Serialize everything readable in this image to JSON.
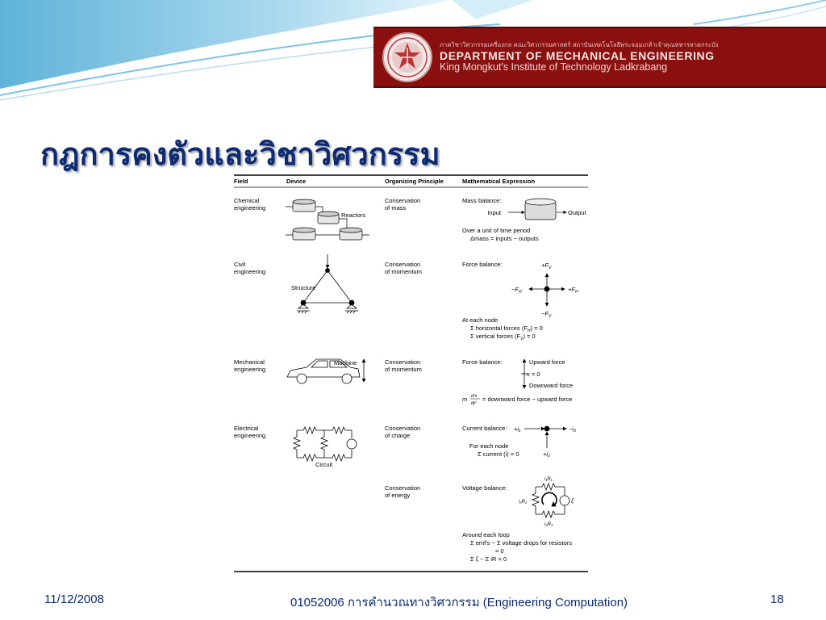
{
  "header": {
    "thai_line": "ภาควิชาวิศวกรรมเครื่องกล คณะวิศวกรรมศาสตร์ สถาบันเทคโนโลยีพระจอมเกล้าเจ้าคุณทหารลาดกระบัง",
    "department": "DEPARTMENT OF MECHANICAL ENGINEERING",
    "institute": "King Mongkut's Institute of Technology Ladkrabang",
    "colors": {
      "banner": "#8a1010",
      "title": "#0d2a73",
      "swoosh": "#5fb3d9"
    }
  },
  "slide": {
    "title": "กฎการคงตัวและวิชาวิศวกรรม"
  },
  "table": {
    "columns": [
      "Field",
      "Device",
      "Organizing Principle",
      "Mathematical Expression"
    ],
    "rows": [
      {
        "field": [
          "Chemical",
          "engineering"
        ],
        "device_label": "Reactors",
        "principle": [
          "Conservation",
          "of mass"
        ],
        "expression": {
          "heading": "Mass balance:",
          "input": "Input",
          "output": "Output",
          "notes": [
            "Over a unit of time period",
            "Δmass = inputs − outputs"
          ]
        }
      },
      {
        "field": [
          "Civil",
          "engineering"
        ],
        "device_label": "Structure",
        "principle": [
          "Conservation",
          "of momentum"
        ],
        "expression": {
          "heading": "Force balance:",
          "plus_fv": "+F",
          "minus_fv": "−F",
          "plus_fh": "+F",
          "minus_fh": "−F",
          "sub_v": "V",
          "sub_h": "H",
          "notes": [
            "At each node",
            "Σ horizontal forces (F",
            ") = 0",
            "Σ vertical forces (F",
            ") = 0"
          ]
        }
      },
      {
        "field": [
          "Mechanical",
          "engineering"
        ],
        "device_label": "Machine",
        "principle": [
          "Conservation",
          "of momentum"
        ],
        "expression": {
          "heading": "Force balance:",
          "upward": "Upward force",
          "x_zero": "x = 0",
          "downward": "Downward force",
          "m": "m",
          "d2x": "d²x",
          "dt2": "dt²",
          "equation": "= downward force − upward force"
        }
      },
      {
        "field": [
          "Electrical",
          "engineering"
        ],
        "device_label": "Circuit",
        "principle": [
          "Conservation",
          "of charge"
        ],
        "expression": {
          "heading": "Current balance:",
          "i1": "+i₁",
          "i3": "−i₃",
          "i2": "+i₂",
          "notes": [
            "For each node",
            "Σ current (i) = 0"
          ]
        }
      },
      {
        "field": [
          "",
          ""
        ],
        "principle": [
          "Conservation",
          "of energy"
        ],
        "expression": {
          "heading": "Voltage balance:",
          "i1r1": "i₁R₁",
          "i2r2": "i₂R₂",
          "i3r3": "i₃R₃",
          "xi": "ξ",
          "notes": [
            "Around each loop",
            "Σ emf's − Σ voltage drops for resistors",
            "= 0",
            "Σ ξ − Σ iR = 0"
          ]
        }
      }
    ]
  },
  "footer": {
    "date": "11/12/2008",
    "course": "01052006 การคำนวณทางวิศวกรรม (Engineering Computation)",
    "page": "18"
  }
}
